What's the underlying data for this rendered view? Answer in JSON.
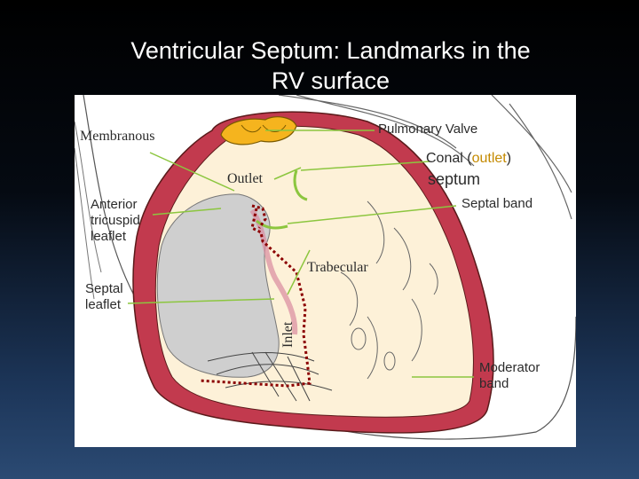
{
  "slide": {
    "title_line1": "Ventricular Septum: Landmarks in the",
    "title_line2": "RV surface"
  },
  "labels": {
    "membranous": "Membranous",
    "pulmonary_valve": "Pulmonary Valve",
    "outlet": "Outlet",
    "conal_part1": "Conal (",
    "conal_part2": "outlet",
    "conal_part3": ")",
    "conal_part4": "septum",
    "anterior_tricuspid": "Anterior tricuspid leaflet",
    "septal_band": "Septal band",
    "trabecular": "Trabecular",
    "septal_leaflet": "Septal leaflet",
    "inlet": "Inlet",
    "moderator_band": "Moderator band"
  },
  "colors": {
    "background": "#000000",
    "pointer_line": "#8cc63f",
    "chamber_wall": "#c23a4e",
    "chamber_fill": "#fdf1d8",
    "valve": "#f5b41e",
    "outline_dotted": "#8b0000",
    "leaflet_gray": "#cfcfcf"
  }
}
